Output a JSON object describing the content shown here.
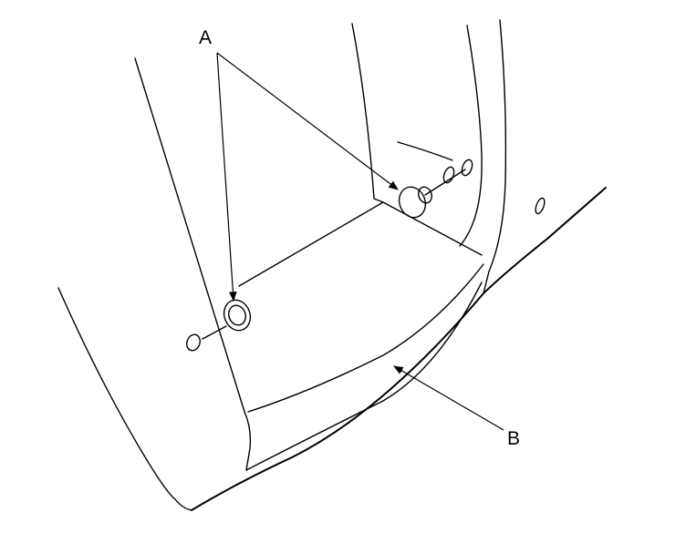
{
  "diagram": {
    "callouts": [
      {
        "id": "A",
        "text": "A"
      },
      {
        "id": "B",
        "text": "B"
      }
    ],
    "colors": {
      "line": "#000000",
      "background": "#ffffff"
    }
  }
}
